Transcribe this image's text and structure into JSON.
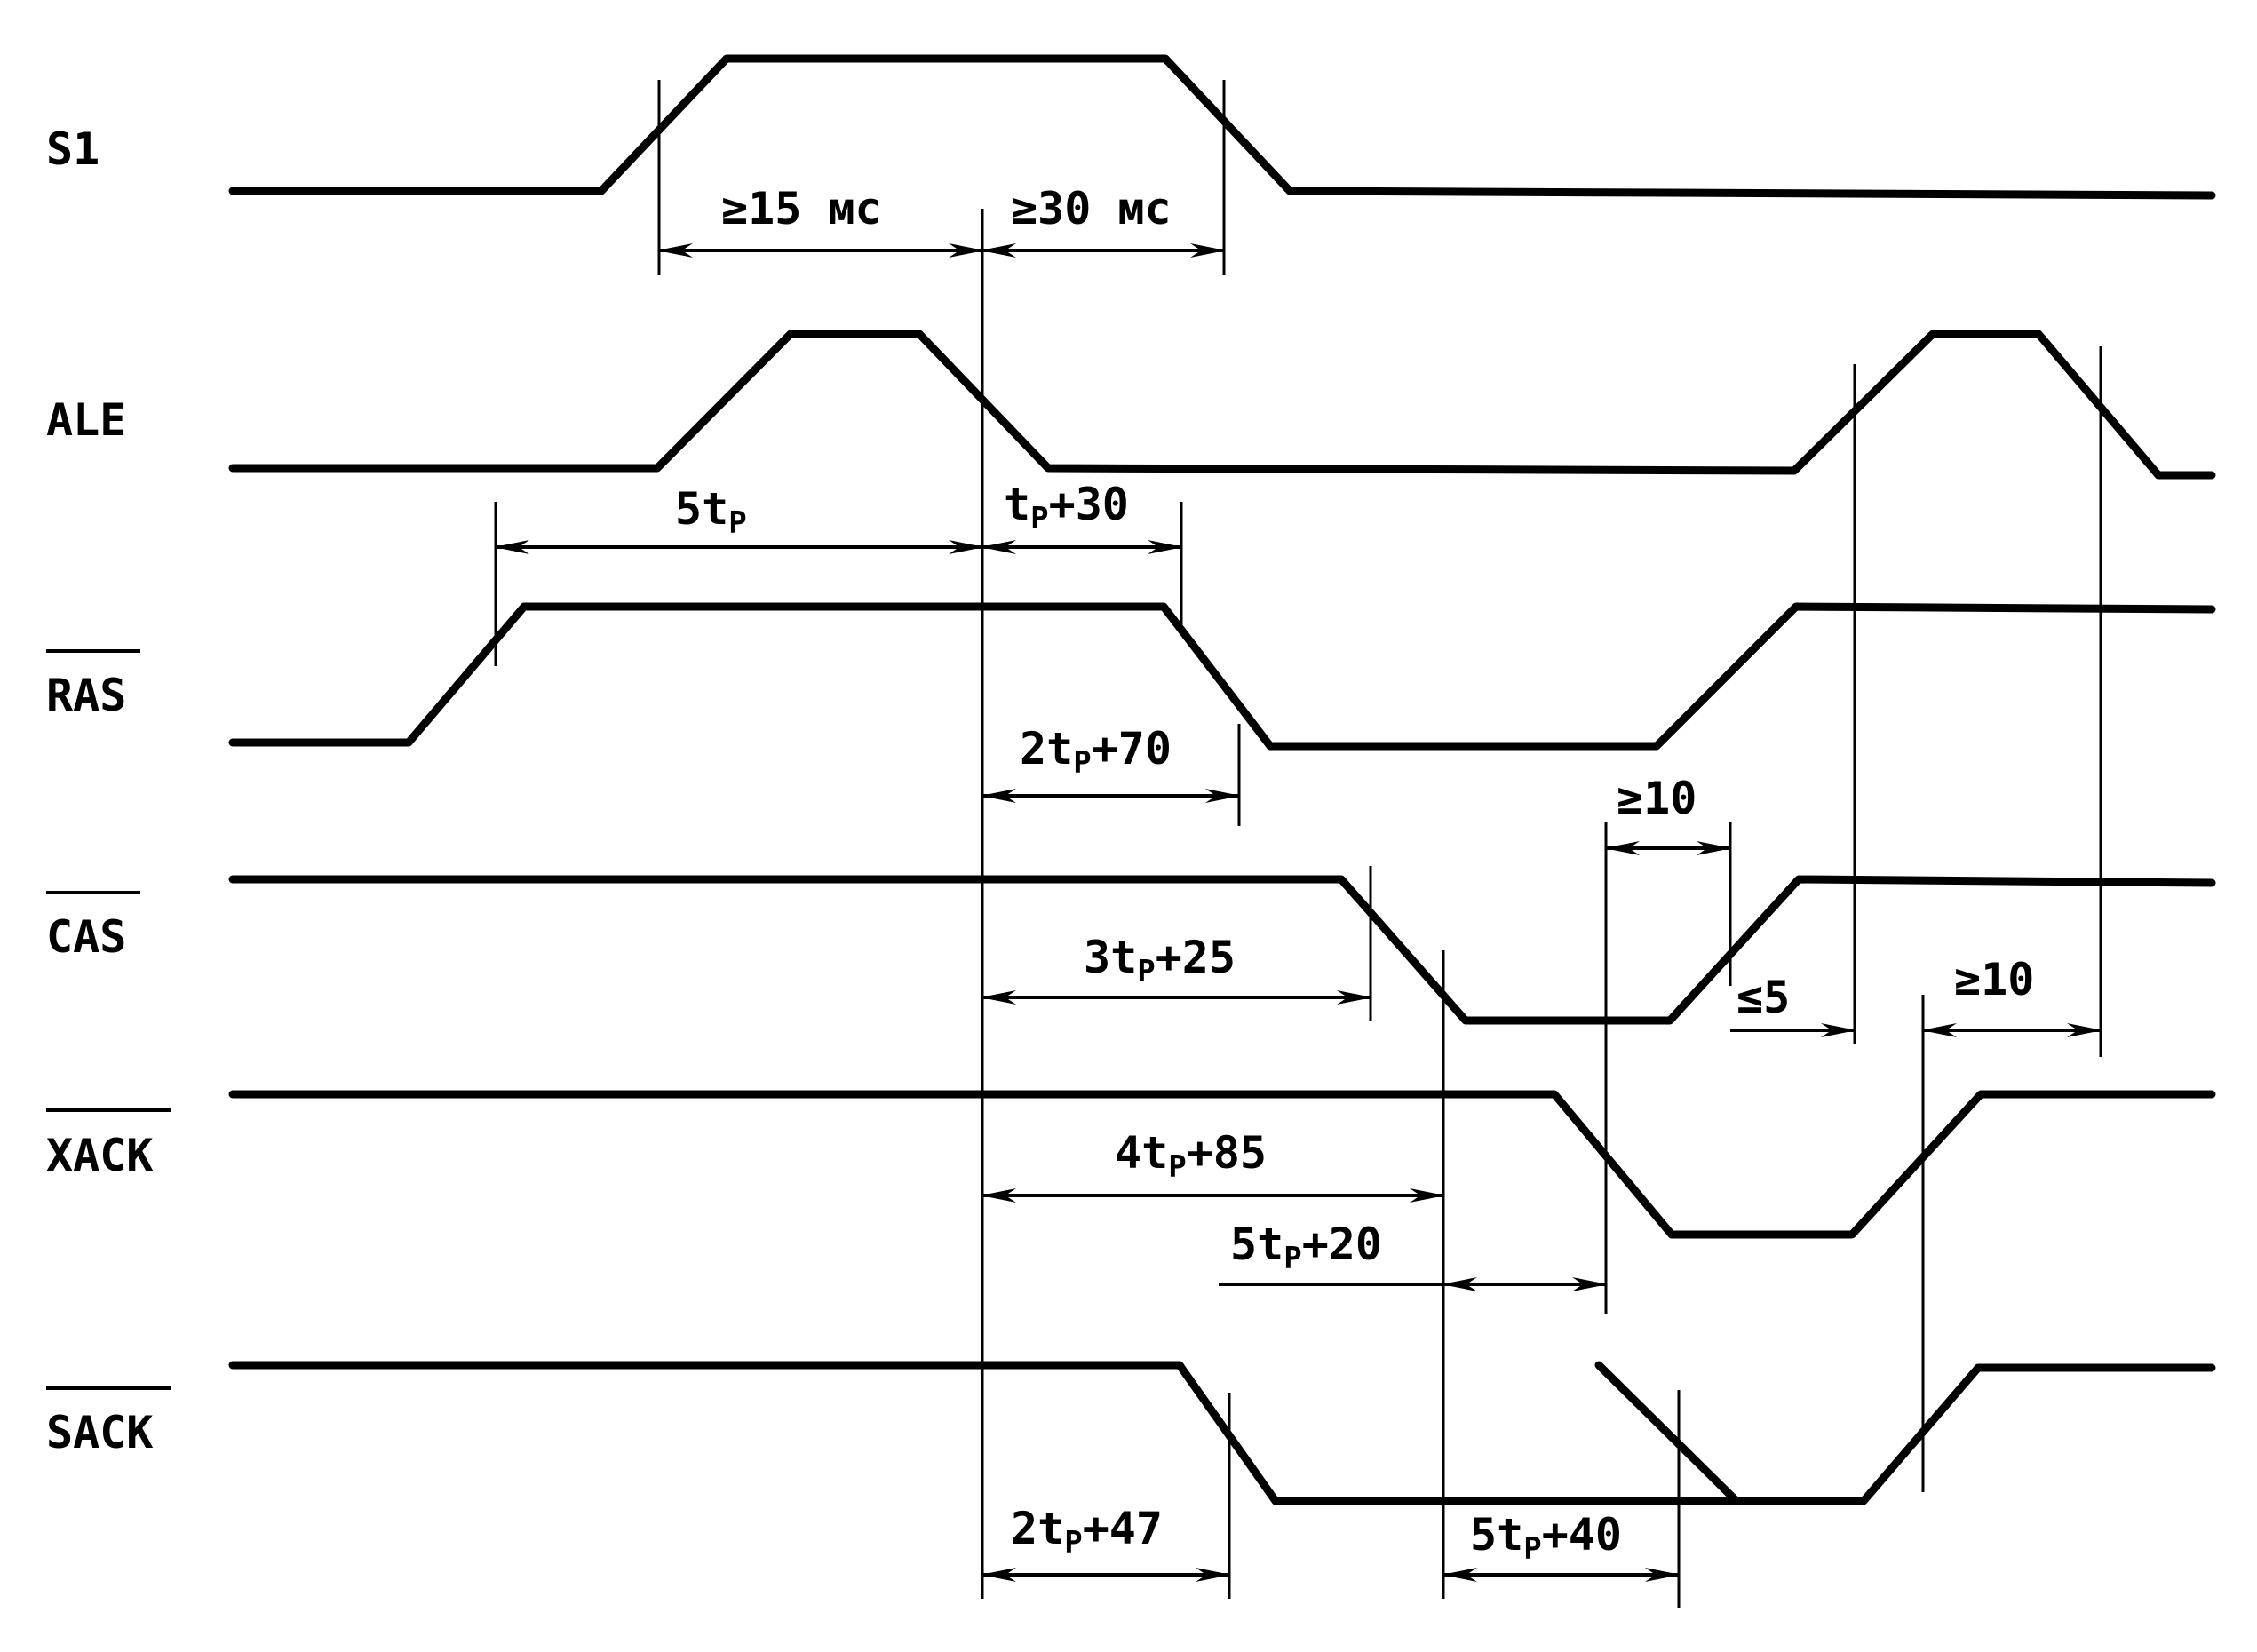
{
  "signals": {
    "s1": "S1",
    "ale": "ALE",
    "ras": "RAS",
    "cas": "CAS",
    "xack": "XACK",
    "sack": "SACK"
  },
  "timings": {
    "t1": {
      "main": "≥15 мс",
      "sub": "",
      "tail": ""
    },
    "t2": {
      "main": "≥30 мс",
      "sub": "",
      "tail": ""
    },
    "t3": {
      "main": "5t",
      "sub": "P",
      "tail": ""
    },
    "t4": {
      "main": "t",
      "sub": "P",
      "tail": "+30"
    },
    "t5": {
      "main": "2t",
      "sub": "P",
      "tail": "+70"
    },
    "t6": {
      "main": "≥10",
      "sub": "",
      "tail": ""
    },
    "t7": {
      "main": "3t",
      "sub": "P",
      "tail": "+25"
    },
    "t8": {
      "main": "≤5",
      "sub": "",
      "tail": ""
    },
    "t9": {
      "main": "≥10",
      "sub": "",
      "tail": ""
    },
    "t10": {
      "main": "4t",
      "sub": "P",
      "tail": "+85"
    },
    "t11": {
      "main": "5t",
      "sub": "P",
      "tail": "+20"
    },
    "t12": {
      "main": "2t",
      "sub": "P",
      "tail": "+47"
    },
    "t13": {
      "main": "5t",
      "sub": "P",
      "tail": "+40"
    }
  }
}
